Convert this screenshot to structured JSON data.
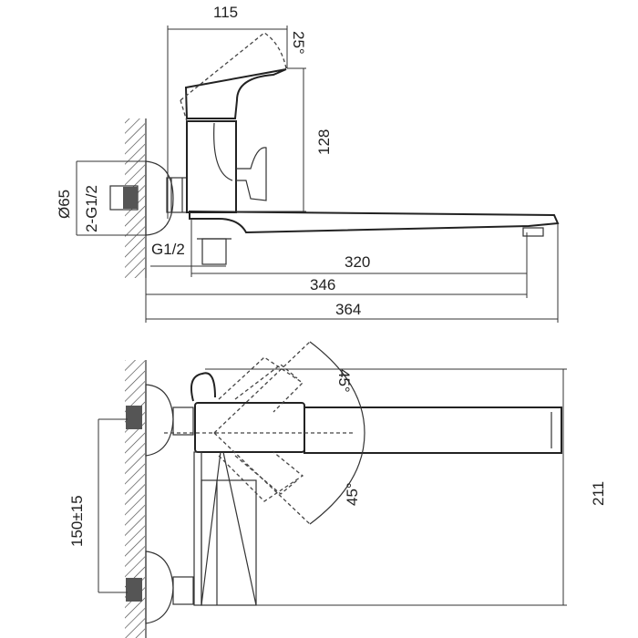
{
  "top_view": {
    "dims": {
      "handle_width": "115",
      "handle_angle": "25°",
      "height": "128",
      "escutcheon_dia": "Ø65",
      "inlet_thread": "2-G1/2",
      "outlet_thread": "G1/2",
      "spout_length": "320",
      "outlet_reach": "346",
      "overall_length": "364"
    }
  },
  "bottom_view": {
    "dims": {
      "swivel_angle_top": "45°",
      "swivel_angle_bottom": "45°",
      "inlet_spacing": "150±15",
      "overall_depth": "211"
    }
  }
}
